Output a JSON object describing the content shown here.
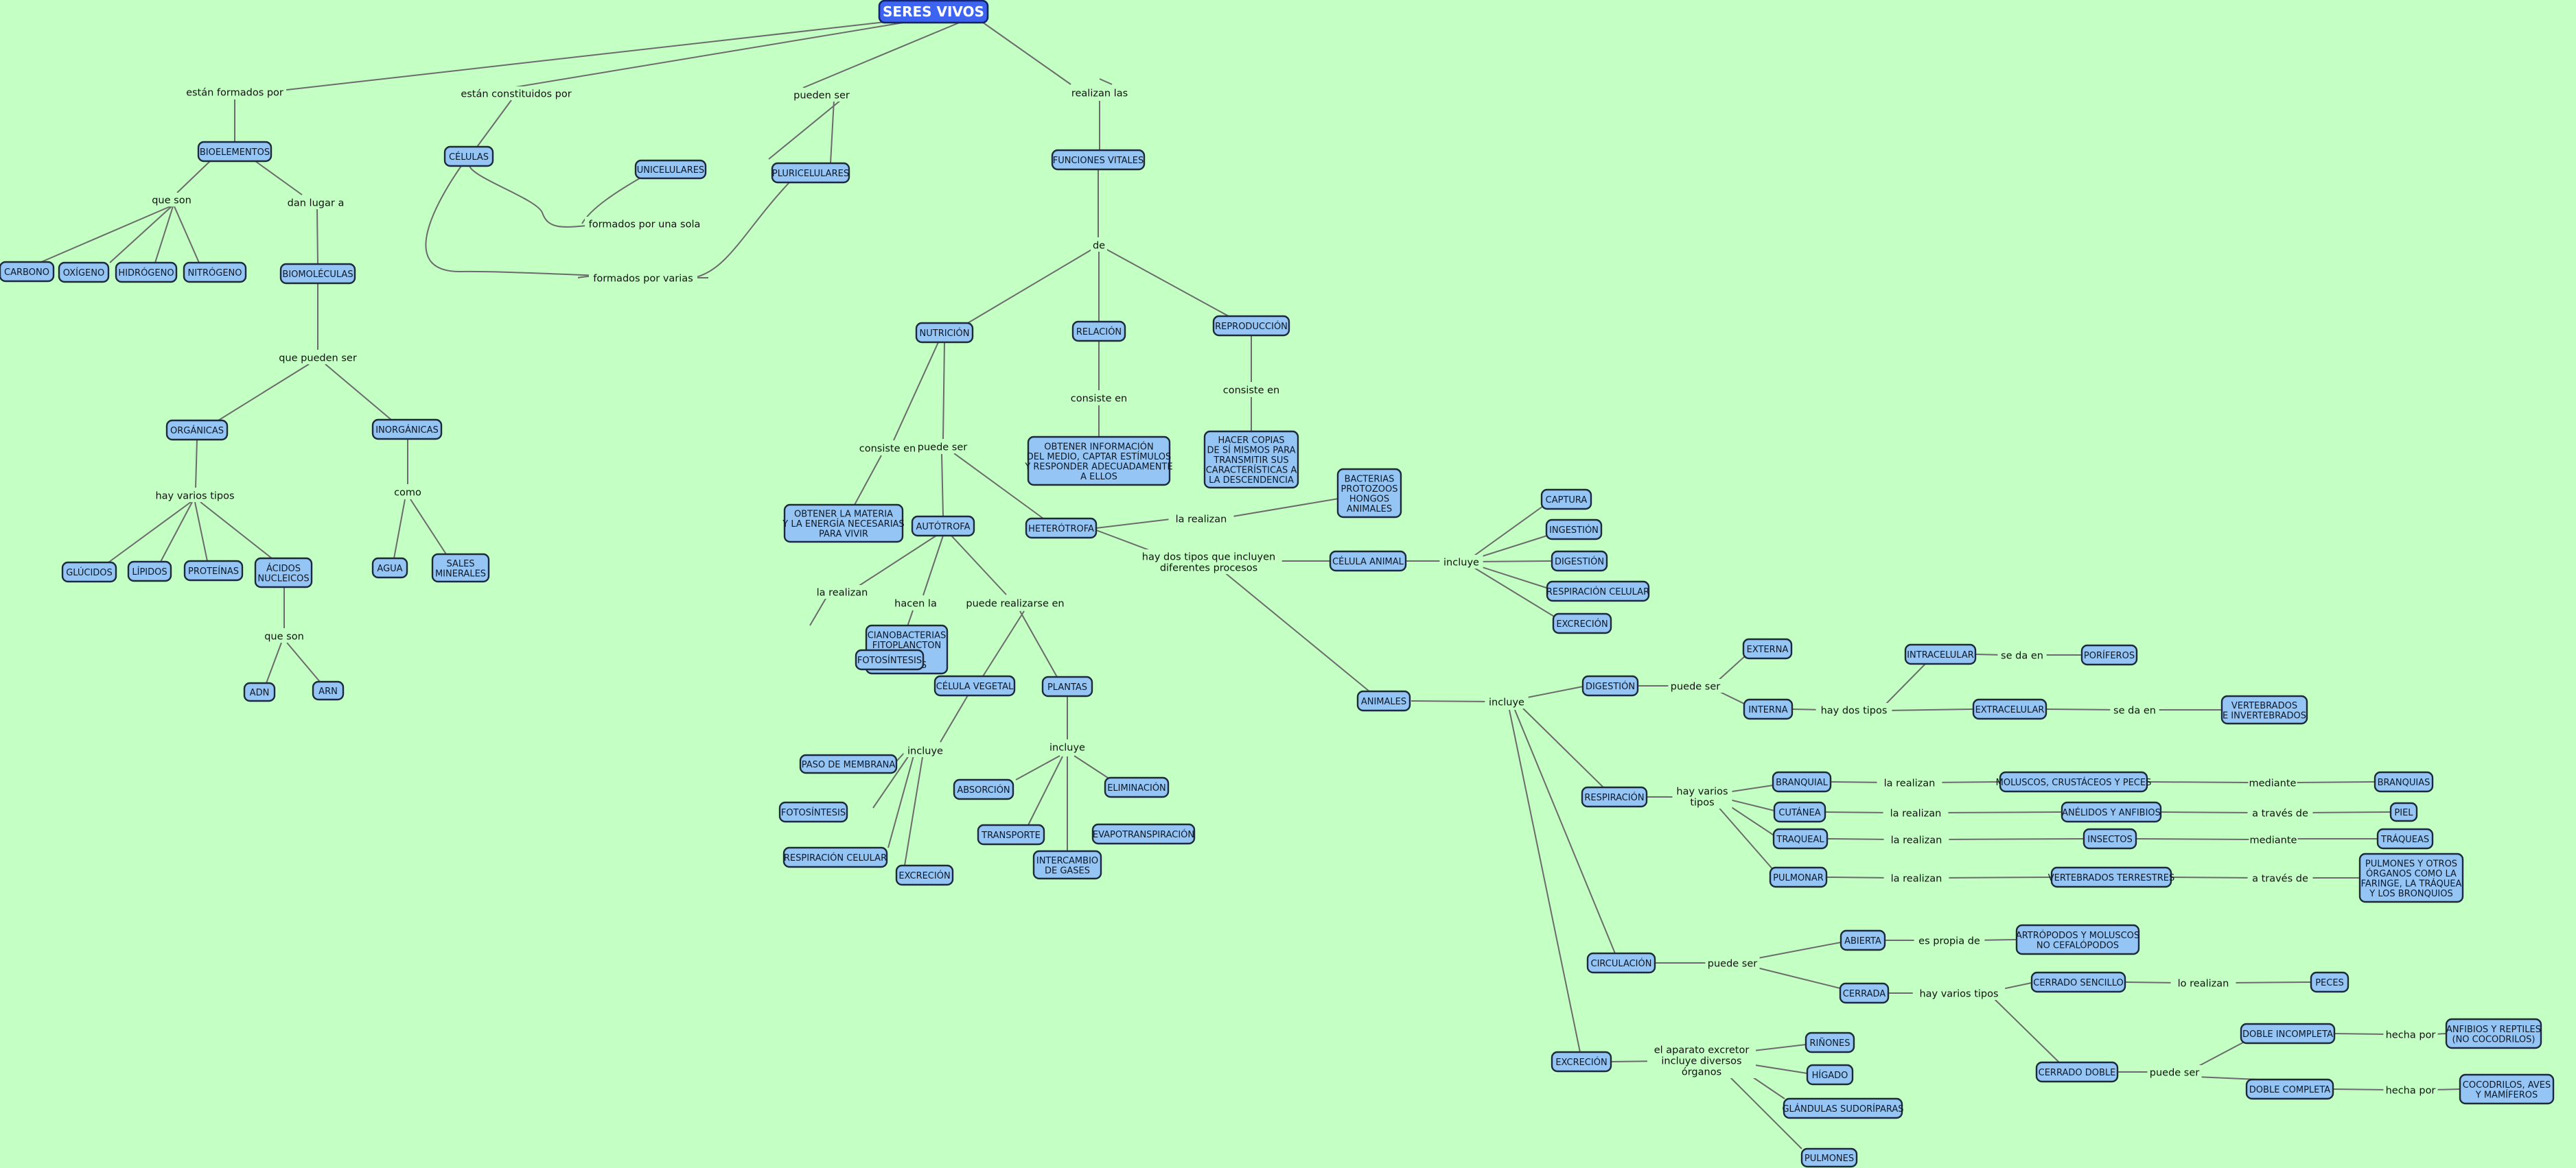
{
  "nodes": {
    "seres_vivos": "SERES VIVOS",
    "bioelementos": "BIOELEMENTOS",
    "carbono": "CARBONO",
    "oxigeno": "OXÍGENO",
    "hidrogeno": "HIDRÓGENO",
    "nitrogeno": "NITRÓGENO",
    "biomoleculas": "BIOMOLÉCULAS",
    "organicas": "ORGÁNICAS",
    "inorganicas": "INORGÁNICAS",
    "glucidos": "GLÚCIDOS",
    "lipidos": "LÍPIDOS",
    "proteinas": "PROTEÍNAS",
    "acidos_nucleicos": "ÁCIDOS\nNUCLEICOS",
    "adn": "ADN",
    "arn": "ARN",
    "agua": "AGUA",
    "sales_minerales": "SALES\nMINERALES",
    "celulas": "CÉLULAS",
    "unicelulares": "UNICELULARES",
    "pluricelulares": "PLURICELULARES",
    "funciones_vitales": "FUNCIONES VITALES",
    "nutricion": "NUTRICIÓN",
    "relacion": "RELACIÓN",
    "reproduccion": "REPRODUCCIÓN",
    "obtener_informacion": "OBTENER INFORMACIÓN\nDEL MEDIO, CAPTAR ESTÍMULOS\nY RESPONDER ADECUADAMENTE\nA ELLOS",
    "hacer_copias": "HACER COPIAS\nDE SÍ MISMOS PARA\nTRANSMITIR SUS\nCARACTERÍSTICAS A\nLA DESCENDENCIA",
    "obtener_materia": "OBTENER LA MATERIA\nY LA ENERGÍA NECESARIAS\nPARA VIVIR",
    "autotrofa": "AUTÓTROFA",
    "heterotrofa": "HETERÓTROFA",
    "bacterias": "BACTERIAS\nPROTOZOOS\nHONGOS\nANIMALES",
    "cianobacterias": "CIANOBACTERIAS\nFITOPLANCTON\nALGAS\nPLANTAS",
    "fotosintesis": "FOTOSÍNTESIS",
    "celula_vegetal": "CÉLULA VEGETAL",
    "plantas": "PLANTAS",
    "paso_membrana": "PASO DE MEMBRANA",
    "fotosintesis_cv": "FOTOSÍNTESIS",
    "respiracion_celular_cv": "RESPIRACIÓN CELULAR",
    "excrecion_cv": "EXCRECIÓN",
    "absorcion": "ABSORCIÓN",
    "eliminacion": "ELIMINACIÓN",
    "transporte": "TRANSPORTE",
    "evapotranspiracion": "EVAPOTRANSPIRACIÓN",
    "intercambio_gases": "INTERCAMBIO\nDE GASES",
    "celula_animal": "CÉLULA ANIMAL",
    "captura": "CAPTURA",
    "ingestion": "INGESTIÓN",
    "digestion_ca": "DIGESTIÓN",
    "respiracion_celular_ca": "RESPIRACIÓN CELULAR",
    "excrecion_ca": "EXCRECIÓN",
    "animales": "ANIMALES",
    "digestion": "DIGESTIÓN",
    "externa": "EXTERNA",
    "interna": "INTERNA",
    "intracelular": "INTRACELULAR",
    "poriferos": "PORÍFEROS",
    "extracelular": "EXTRACELULAR",
    "vertebrados_invertebrados": "VERTEBRADOS\nE INVERTEBRADOS",
    "respiracion": "RESPIRACIÓN",
    "branquial": "BRANQUIAL",
    "cutanea": "CUTÁNEA",
    "traqueal": "TRAQUEAL",
    "pulmonar": "PULMONAR",
    "moluscos_crustaceos": "MOLUSCOS, CRUSTÁCEOS Y PECES",
    "anelidos": "ANÉLIDOS Y ANFIBIOS",
    "insectos": "INSECTOS",
    "vertebrados_terrestres": "VERTEBRADOS TERRESTRES",
    "branquias": "BRANQUIAS",
    "piel": "PIEL",
    "traqueas": "TRÁQUEAS",
    "pulmones_organos": "PULMONES Y OTROS\nÓRGANOS COMO LA\nFARINGE, LA TRÁQUEA\nY LOS BRONQUIOS",
    "circulacion": "CIRCULACIÓN",
    "abierta": "ABIERTA",
    "cerrada": "CERRADA",
    "artropodos": "ARTRÓPODOS Y MOLUSCOS\nNO CEFALÓPODOS",
    "cerrado_sencillo": "CERRADO SENCILLO",
    "peces": "PECES",
    "cerrado_doble": "CERRADO DOBLE",
    "doble_incompleta": "DOBLE INCOMPLETA",
    "doble_completa": "DOBLE COMPLETA",
    "anfibios_reptiles": "ANFIBIOS Y REPTILES\n(NO COCODRILOS)",
    "cocodrilos_aves": "COCODRILOS, AVES\nY MAMÍFEROS",
    "excrecion": "EXCRECIÓN",
    "rinones": "RIÑONES",
    "higado": "HÍGADO",
    "glandulas": "GLÁNDULAS SUDORÍPARAS",
    "pulmones": "PULMONES"
  },
  "links": {
    "estan_formados_por": "están formados por",
    "estan_constituidos_por": "están constituidos por",
    "pueden_ser": "pueden ser",
    "realizan_las": "realizan las",
    "que_son_bio": "que son",
    "dan_lugar_a": "dan lugar a",
    "que_pueden_ser": "que pueden ser",
    "hay_varios_tipos_org": "hay varios tipos",
    "como": "como",
    "que_son_ac": "que son",
    "formados_por_una_sola": "formados por una sola",
    "formados_por_varias": "formados por varias",
    "de": "de",
    "consiste_en_nut": "consiste en",
    "puede_ser_nut": "puede ser",
    "consiste_en_rel": "consiste en",
    "consiste_en_rep": "consiste en",
    "la_realizan_het": "la realizan",
    "hay_dos_tipos_procesos": "hay dos tipos que incluyen\ndiferentes procesos",
    "la_realizan_aut": "la realizan",
    "hacen_la": "hacen la",
    "puede_realizarse_en": "puede realizarse en",
    "incluye_cv": "incluye",
    "incluye_pl": "incluye",
    "incluye_ca": "incluye",
    "incluye_an": "incluye",
    "puede_ser_dig": "puede ser",
    "hay_dos_tipos_int": "hay dos tipos",
    "se_da_en_intra": "se da en",
    "se_da_en_extra": "se da en",
    "hay_varios_tipos_resp": "hay varios\ntipos",
    "la_realizan_br": "la realizan",
    "la_realizan_cu": "la realizan",
    "la_realizan_tr": "la realizan",
    "la_realizan_pu": "la realizan",
    "mediante_br": "mediante",
    "a_traves_de_cu": "a través de",
    "mediante_tr": "mediante",
    "a_traves_de_pu": "a través de",
    "puede_ser_circ": "puede ser",
    "es_propia_de": "es propia de",
    "hay_varios_tipos_cerr": "hay varios tipos",
    "lo_realizan": "lo realizan",
    "puede_ser_doble": "puede ser",
    "hecha_por_inc": "hecha por",
    "hecha_por_com": "hecha por",
    "aparato_excretor": "el aparato excretor\nincluye diversos\nórganos"
  }
}
